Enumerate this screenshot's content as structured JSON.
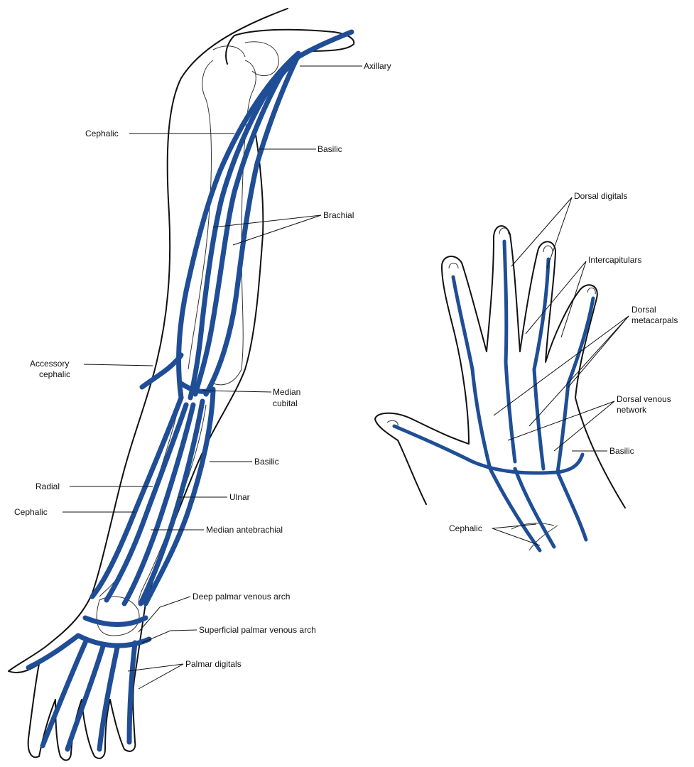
{
  "colors": {
    "vein": "#1f4e96",
    "outline": "#111111",
    "label": "#111111",
    "background": "#ffffff"
  },
  "arm": {
    "labels": {
      "axillary": "Axillary",
      "cephalic_upper": "Cephalic",
      "basilic_upper": "Basilic",
      "brachial": "Brachial",
      "accessory_cephalic_1": "Accessory",
      "accessory_cephalic_2": "cephalic",
      "median_cubital_1": "Median",
      "median_cubital_2": "cubital",
      "basilic_lower": "Basilic",
      "radial": "Radial",
      "ulnar": "Ulnar",
      "cephalic_lower": "Cephalic",
      "median_antebrachial": "Median antebrachial",
      "deep_palmar_arch": "Deep palmar venous arch",
      "superficial_palmar_arch": "Superficial palmar venous arch",
      "palmar_digitals": "Palmar digitals"
    }
  },
  "hand": {
    "labels": {
      "dorsal_digitals": "Dorsal digitals",
      "intercapitulars": "Intercapitulars",
      "dorsal_metacarpals_1": "Dorsal",
      "dorsal_metacarpals_2": "metacarpals",
      "dorsal_venous_network_1": "Dorsal venous",
      "dorsal_venous_network_2": "network",
      "basilic": "Basilic",
      "cephalic": "Cephalic"
    }
  }
}
